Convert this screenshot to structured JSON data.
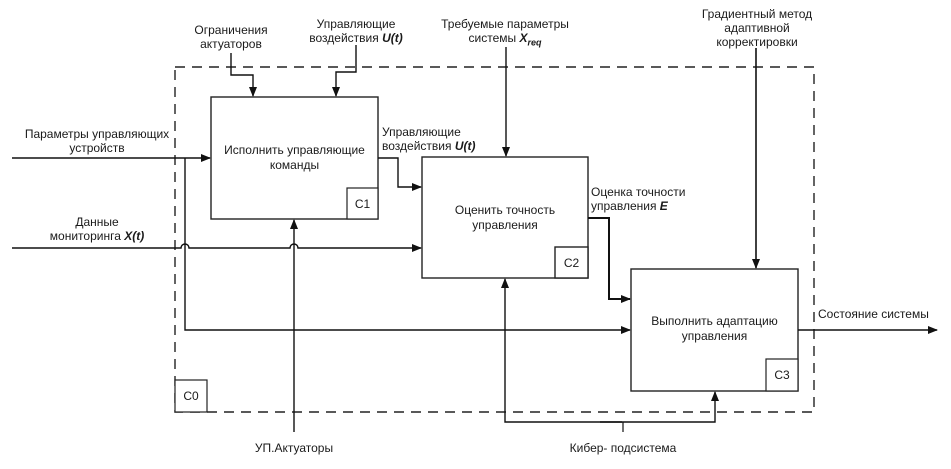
{
  "diagram": {
    "type": "IDEF0",
    "context_id": "C0",
    "boxes": [
      {
        "id": "C1",
        "title_line1": "Исполнить управляющие",
        "title_line2": "команды"
      },
      {
        "id": "C2",
        "title_line1": "Оценить точность",
        "title_line2": "управления"
      },
      {
        "id": "C3",
        "title_line1": "Выполнить адаптацию",
        "title_line2": "управления"
      }
    ],
    "controls": {
      "actuator_limits": {
        "line1": "Ограничения",
        "line2": "актуаторов"
      },
      "control_actions_top": {
        "line1": "Управляющие",
        "line2_text": "воздействия ",
        "line2_symbol": "U(t)"
      },
      "required_params": {
        "line1": "Требуемые параметры",
        "line2_text": "системы ",
        "line2_symbol": "X",
        "line2_sub": "req"
      },
      "gradient_method": {
        "line1": "Градиентный метод",
        "line2": "адаптивной",
        "line3": "корректировки"
      }
    },
    "inputs": {
      "device_params": {
        "line1": "Параметры управляющих",
        "line2": "устройств"
      },
      "monitoring": {
        "line1": "Данные",
        "line2_text": "мониторинга ",
        "line2_symbol": "X(t)"
      }
    },
    "internal": {
      "control_actions_c1_c2": {
        "line1": "Управляющие",
        "line2_text": "воздействия ",
        "line2_symbol": "U(t)"
      },
      "accuracy_estimate": {
        "line1": "Оценка точности",
        "line2_text": "управления ",
        "line2_symbol": "E"
      }
    },
    "outputs": {
      "system_state": "Состояние системы"
    },
    "mechanisms": {
      "actuators": "УП.Актуаторы",
      "cyber_subsystem": "Кибер- подсистема"
    }
  }
}
